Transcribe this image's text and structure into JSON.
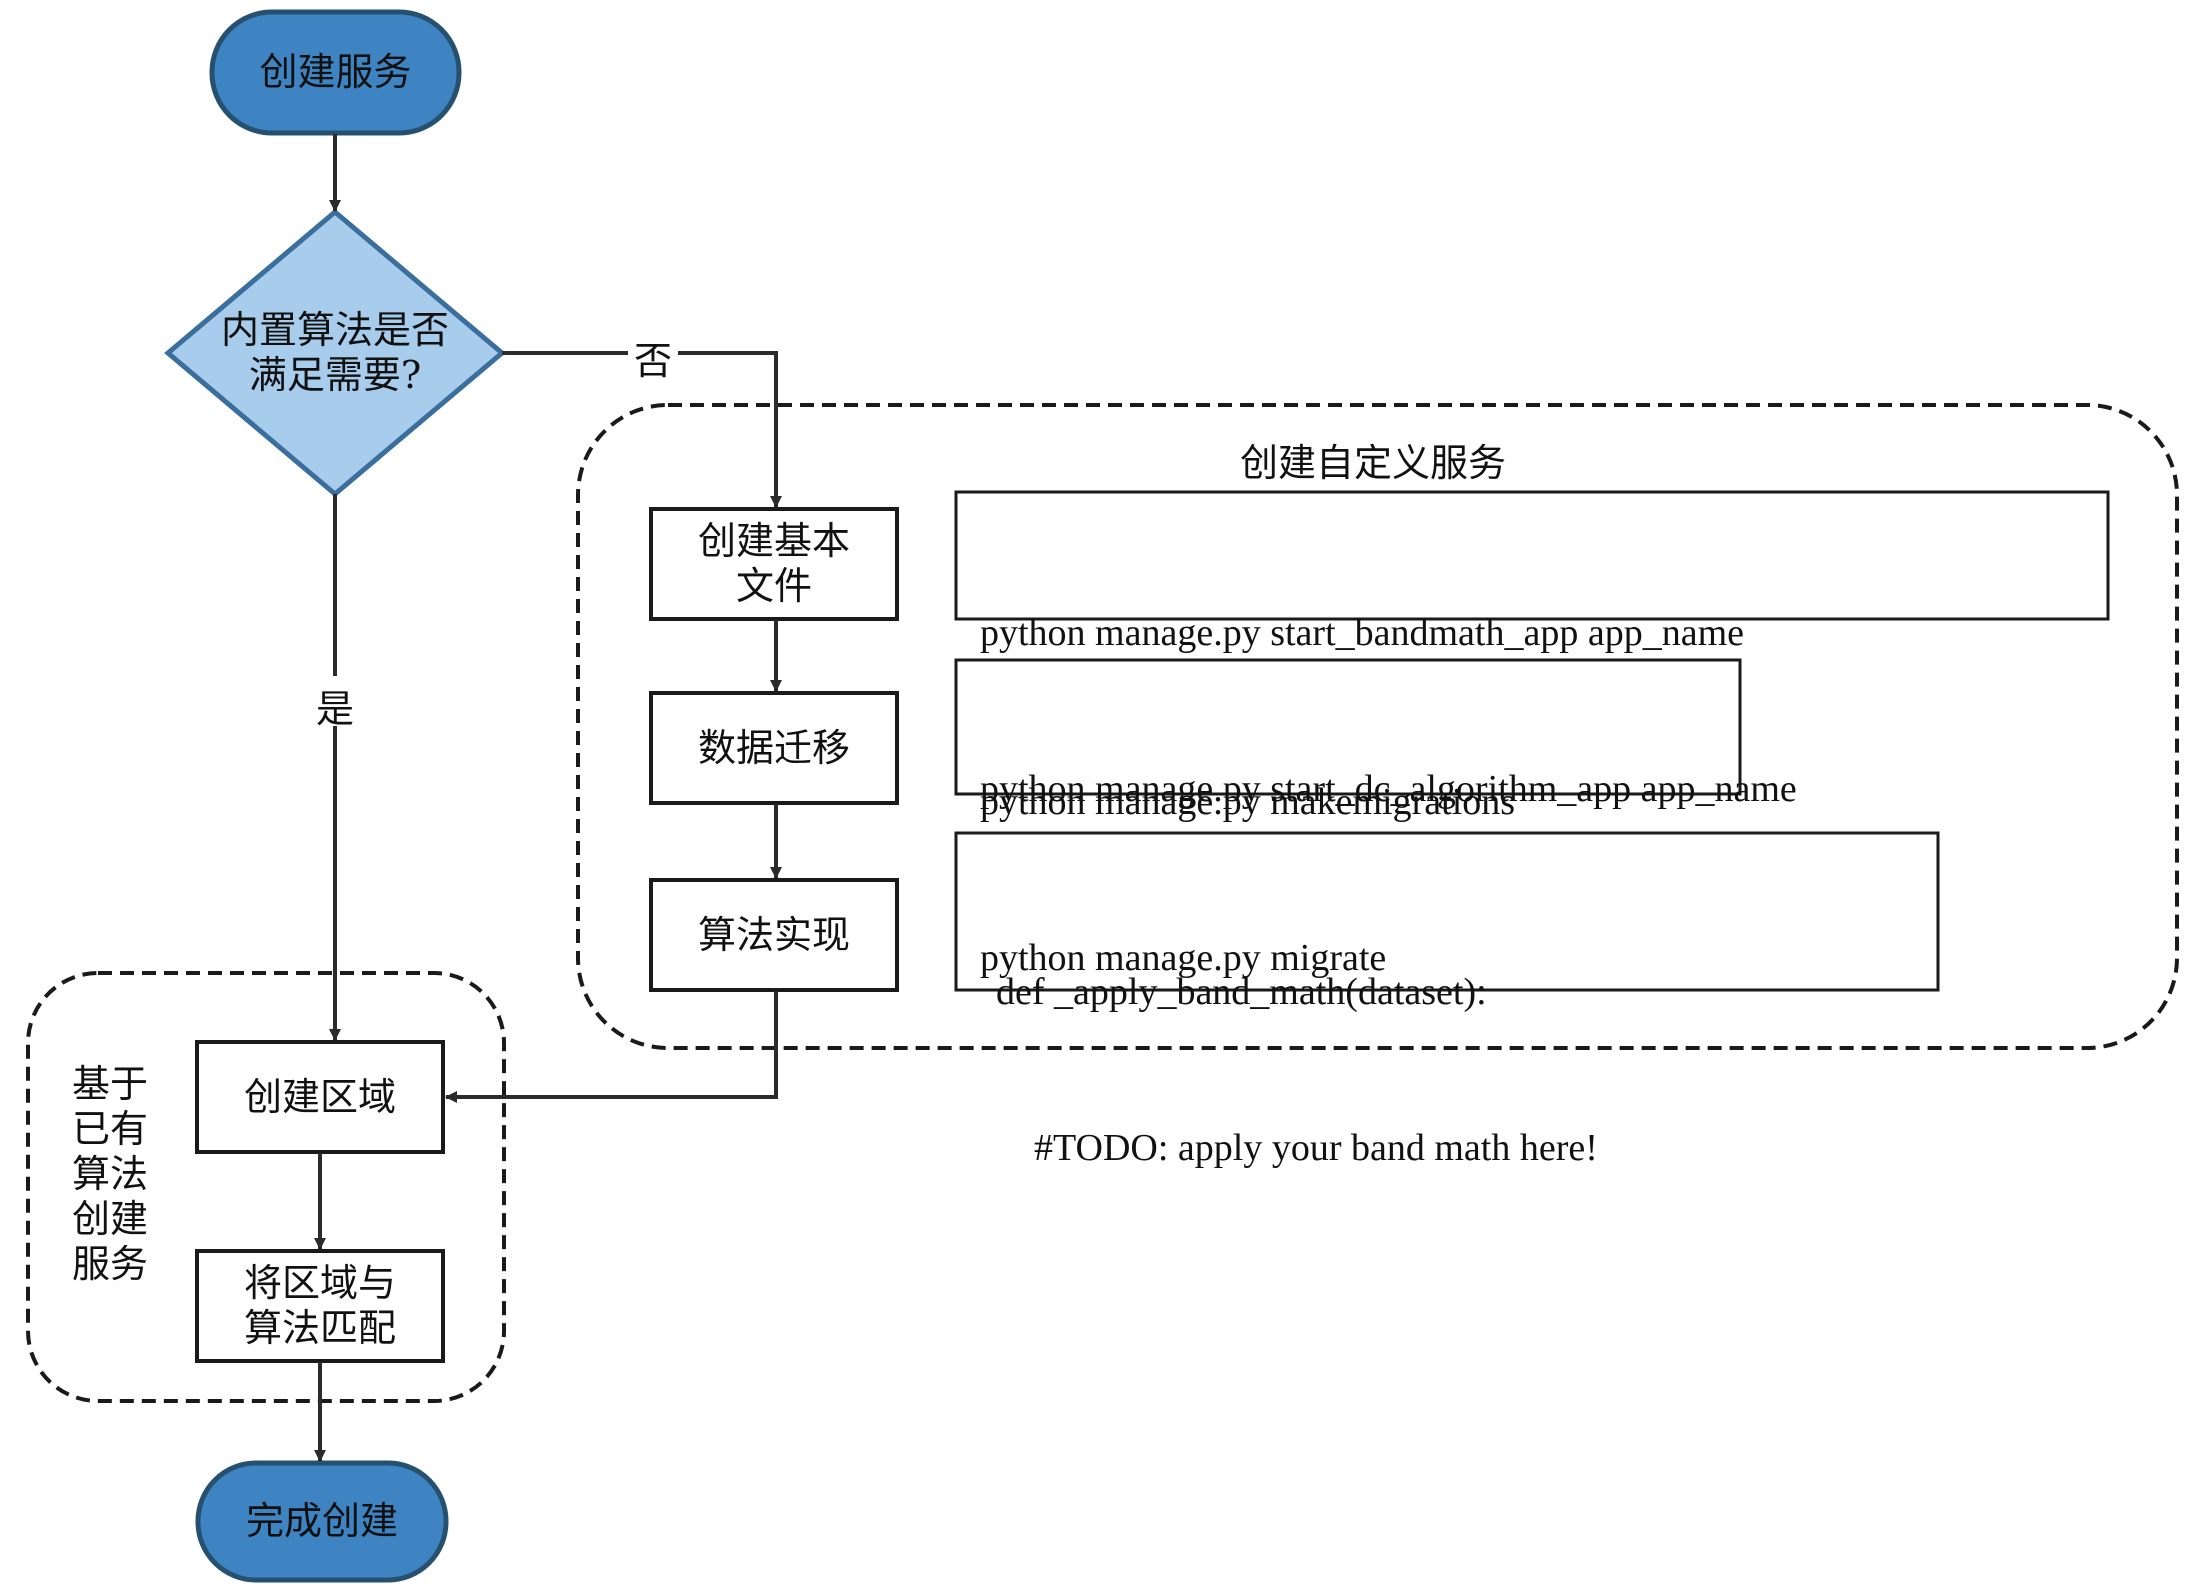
{
  "nodes": {
    "start": "创建服务",
    "decision": [
      "内置算法是否",
      "满足需要?"
    ],
    "basic_files": [
      "创建基本",
      "文件"
    ],
    "migration": "数据迁移",
    "algorithm_impl": "算法实现",
    "create_region": "创建区域",
    "match": [
      "将区域与",
      "算法匹配"
    ],
    "end": "完成创建"
  },
  "edge_labels": {
    "no": "否",
    "yes": "是"
  },
  "groups": {
    "custom_title": "创建自定义服务",
    "existing_title": [
      "基于",
      "已有",
      "算法",
      "创建",
      "服务"
    ]
  },
  "code_blocks": {
    "basic_files": [
      "python manage.py start_bandmath_app app_name",
      "python manage.py start_dc_algorithm_app app_name"
    ],
    "migration": [
      "python manage.py makemigrations",
      "python manage.py migrate"
    ],
    "algorithm_impl": [
      "def _apply_band_math(dataset):",
      "    #TODO: apply your band math here!"
    ]
  },
  "colors": {
    "terminal_fill": "#3f84c2",
    "terminal_stroke": "#26506f",
    "decision_fill": "#a8cdec",
    "decision_stroke": "#3a6e9c",
    "line": "#2b2b2b"
  }
}
